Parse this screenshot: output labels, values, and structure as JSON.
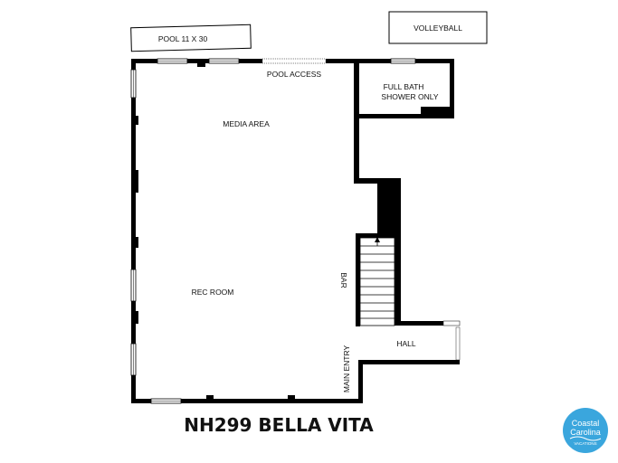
{
  "plan": {
    "title": "NH299 BELLA VITA",
    "rooms": {
      "pool": "POOL 11 X 30",
      "volleyball": "VOLLEYBALL",
      "pool_access": "POOL ACCESS",
      "full_bath_line1": "FULL BATH",
      "full_bath_line2": "SHOWER ONLY",
      "media_area": "MEDIA AREA",
      "rec_room": "REC ROOM",
      "bar": "BAR",
      "hall": "HALL",
      "main_entry": "MAIN ENTRY"
    }
  },
  "logo": {
    "line1": "Coastal",
    "line2": "Carolina",
    "line3": "VACATIONS",
    "color": "#3aa6dd"
  },
  "colors": {
    "wall": "#000000",
    "window": "#ffffff",
    "text": "#111111"
  }
}
